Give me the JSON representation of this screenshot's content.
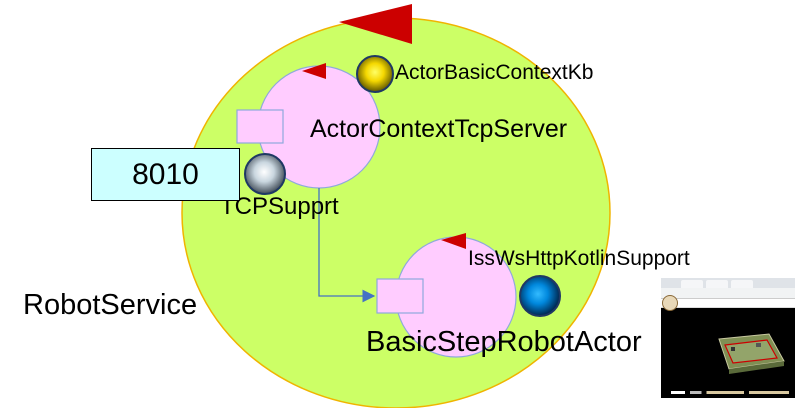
{
  "outer_context": {
    "name": "RobotService"
  },
  "port": {
    "value": "8010"
  },
  "tcp_support": {
    "label": "TCPSupprt"
  },
  "actors": [
    {
      "name": "ActorContextTcpServer",
      "kb_label": "ActorBasicContextKb"
    },
    {
      "name": "BasicStepRobotActor",
      "support_label": "IssWsHttpKotlinSupport"
    }
  ],
  "colors": {
    "context_fill": "#ccff66",
    "context_border": "#f0b400",
    "actor_fill": "#ffccff",
    "actor_border": "#8ea9db",
    "arrow_red": "#cc0000",
    "port_fill": "#ccffff",
    "link_line": "#4472c4",
    "kb_sphere": "#ffd700",
    "support_sphere": "#0070c0",
    "tcp_sphere": "#c8d6df"
  },
  "icons": [
    "red-triangle-icon",
    "yellow-sphere-icon",
    "silver-sphere-icon",
    "blue-sphere-icon",
    "compass-icon"
  ]
}
